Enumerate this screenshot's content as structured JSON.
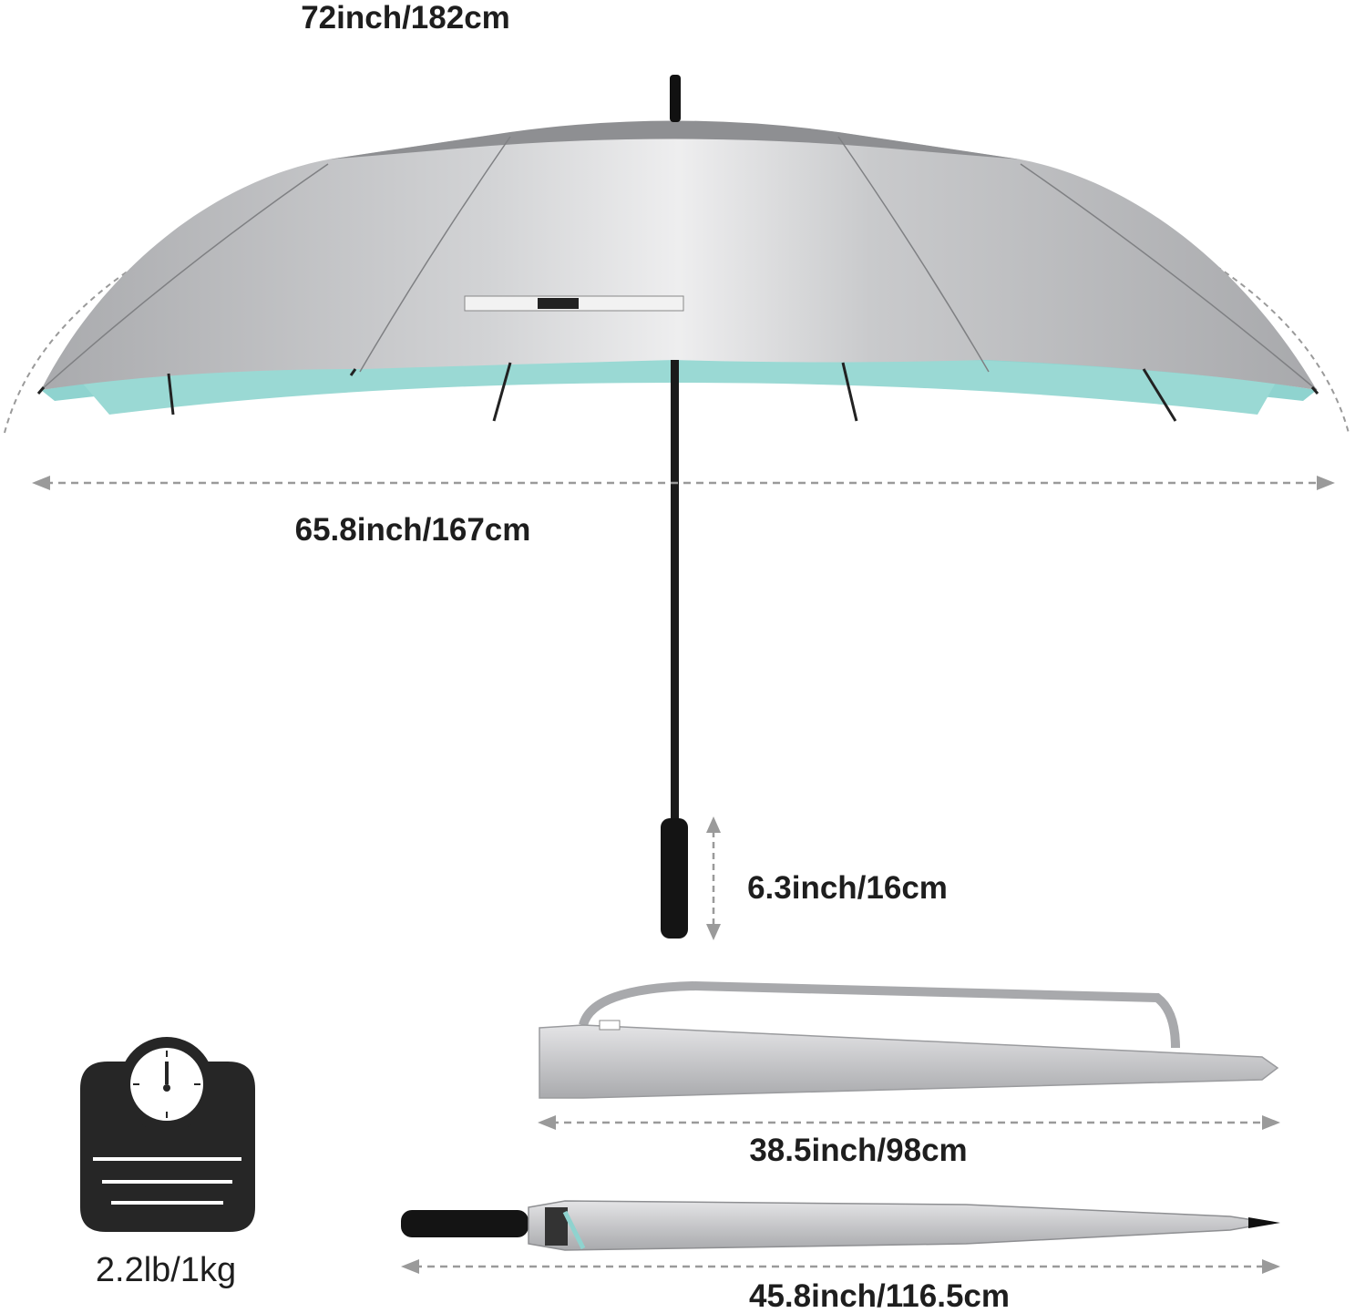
{
  "dimensions": {
    "arc_length": "72inch/182cm",
    "canopy_width": "65.8inch/167cm",
    "handle_length": "6.3inch/16cm",
    "sleeve_length": "38.5inch/98cm",
    "closed_length": "45.8inch/116.5cm",
    "weight": "2.2lb/1kg"
  },
  "colors": {
    "canopy": "#c8c9cb",
    "underside": "#8fd3cf",
    "dimension_line": "#999999",
    "icon": "#222222"
  }
}
